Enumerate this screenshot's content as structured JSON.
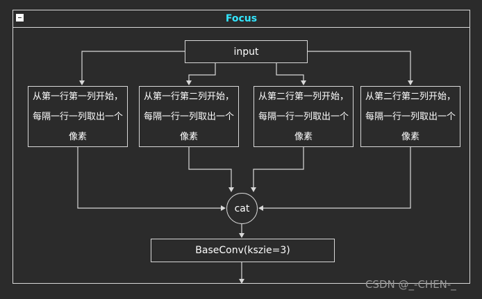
{
  "title": "Focus",
  "nodes": {
    "input": "input",
    "slices": [
      "从第一行第一列开始，每隔一行一列取出一个像素",
      "从第一行第二列开始，每隔一行一列取出一个像素",
      "从第二行第一列开始，每隔一行一列取出一个像素",
      "从第二行第二列开始，每隔一行一列取出一个像素"
    ],
    "cat": "cat",
    "conv": "BaseConv(kszie=3)"
  },
  "watermark": "CSDN @_-CHEN-_",
  "colors": {
    "background": "#2b2b2b",
    "stroke": "#d9d9d9",
    "title": "#33e6ff",
    "text": "#ffffff"
  }
}
